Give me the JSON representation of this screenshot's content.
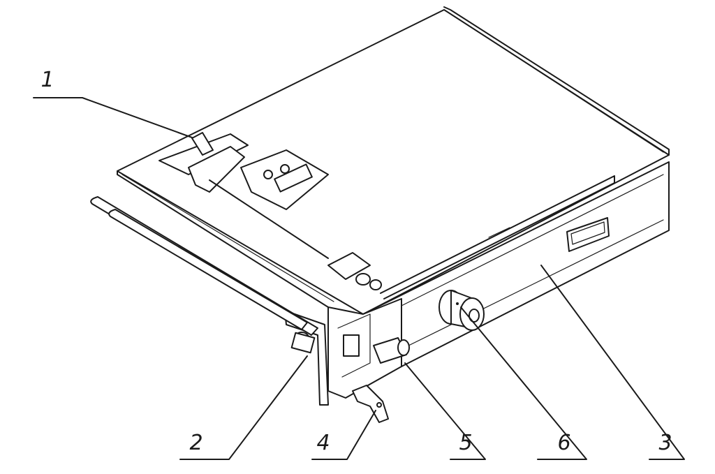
{
  "callouts": [
    {
      "id": "1",
      "label": "1"
    },
    {
      "id": "2",
      "label": "2"
    },
    {
      "id": "4",
      "label": "4"
    },
    {
      "id": "5",
      "label": "5"
    },
    {
      "id": "6",
      "label": "6"
    },
    {
      "id": "3",
      "label": "3"
    }
  ]
}
